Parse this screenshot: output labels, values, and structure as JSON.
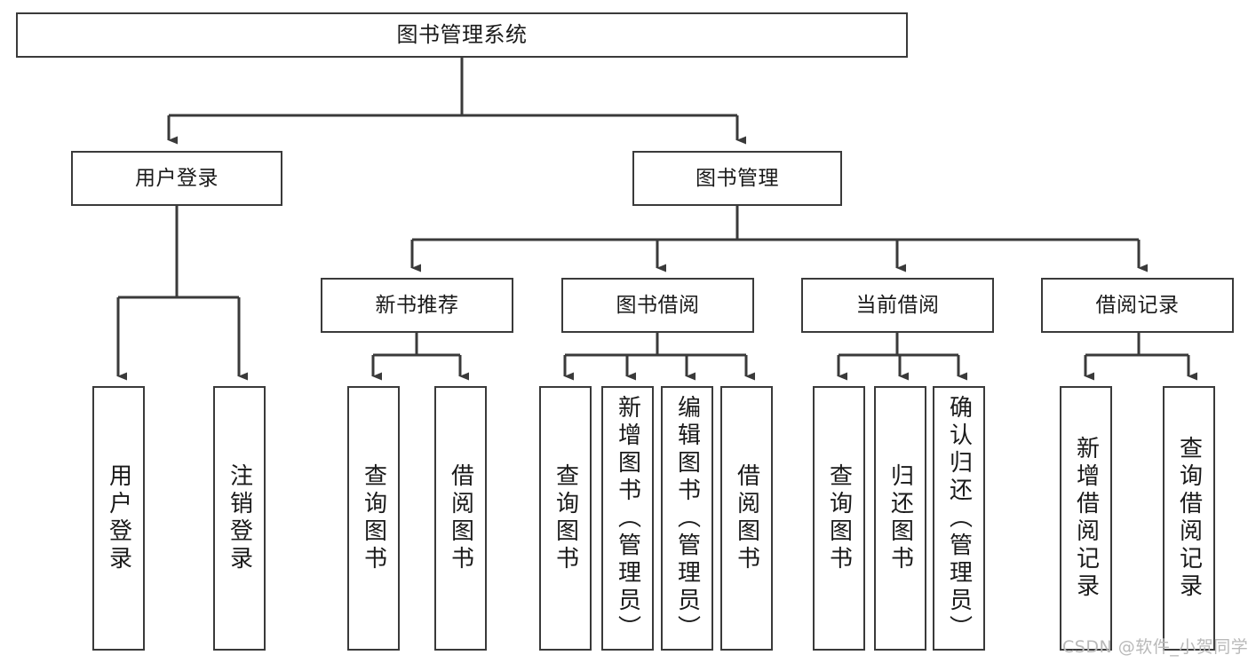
{
  "diagram": {
    "title": "图书管理系统",
    "type": "hierarchy-tree",
    "watermark": "CSDN @软件_小贺同学",
    "colors": {
      "box_border": "#3a3a3a",
      "box_fill": "#ffffff",
      "connector": "#3a3a3a",
      "text": "#1a1a1a",
      "watermark": "#b9b9b9"
    },
    "nodes": {
      "root": {
        "label": "图书管理系统"
      },
      "level2": [
        {
          "label": "用户登录"
        },
        {
          "label": "图书管理"
        }
      ],
      "level3": [
        {
          "label": "新书推荐"
        },
        {
          "label": "图书借阅"
        },
        {
          "label": "当前借阅"
        },
        {
          "label": "借阅记录"
        }
      ],
      "leaves_user_login": [
        {
          "label": "用户登录"
        },
        {
          "label": "注销登录"
        }
      ],
      "leaves_new_book": [
        {
          "label": "查询图书"
        },
        {
          "label": "借阅图书"
        }
      ],
      "leaves_borrow": [
        {
          "label": "查询图书"
        },
        {
          "label": "新增图书（管理员）"
        },
        {
          "label": "编辑图书（管理员）"
        },
        {
          "label": "借阅图书"
        }
      ],
      "leaves_current": [
        {
          "label": "查询图书"
        },
        {
          "label": "归还图书"
        },
        {
          "label": "确认归还（管理员）"
        }
      ],
      "leaves_record": [
        {
          "label": "新增借阅记录"
        },
        {
          "label": "查询借阅记录"
        }
      ]
    }
  }
}
